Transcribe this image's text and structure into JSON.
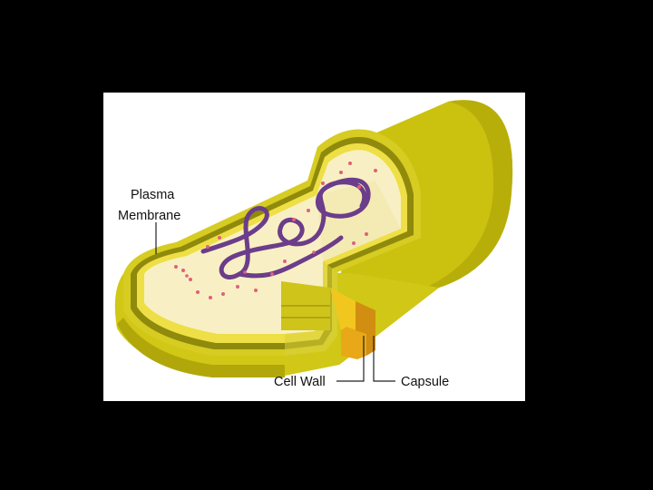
{
  "diagram": {
    "labels": {
      "plasma_membrane_line1": "Plasma",
      "plasma_membrane_line2": "Membrane",
      "cell_wall": "Cell Wall",
      "capsule": "Capsule"
    },
    "colors": {
      "background": "#000000",
      "panel": "#ffffff",
      "capsule_outer": "#cfc512",
      "capsule_shadow": "#a59c08",
      "cell_wall": "#9a9410",
      "membrane": "#efe24a",
      "cytoplasm": "#f8f0c2",
      "cut_face": "#e8b21b",
      "dna": "#6d3f8c",
      "ribosome": "#e0607a"
    }
  }
}
